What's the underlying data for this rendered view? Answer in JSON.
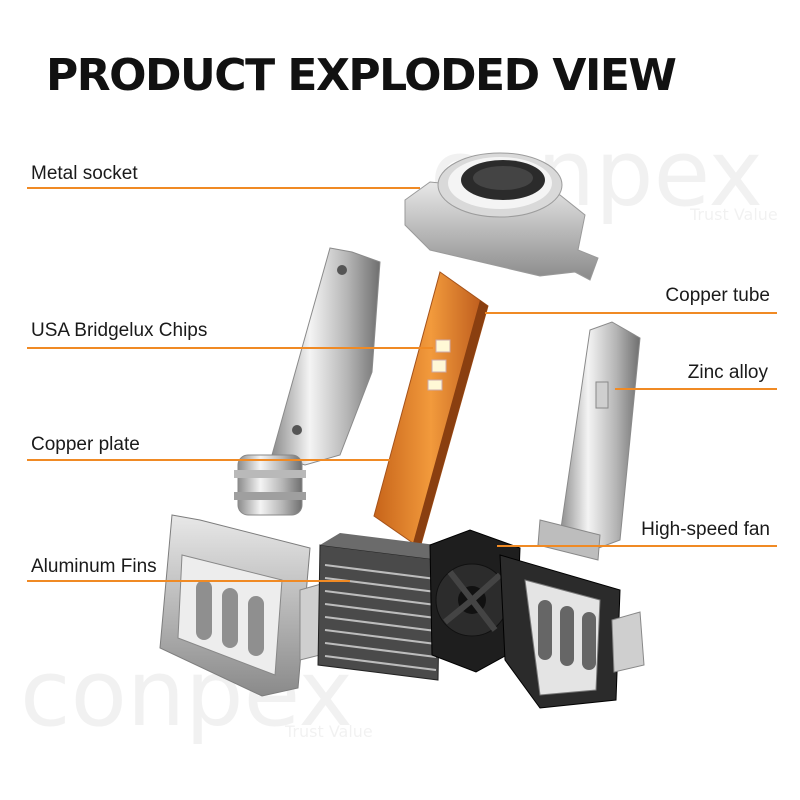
{
  "title": "PRODUCT EXPLODED VIEW",
  "callouts": {
    "metal_socket": "Metal socket",
    "bridgelux_chips": "USA Bridgelux Chips",
    "copper_plate": "Copper plate",
    "aluminum_fins": "Aluminum Fins",
    "copper_tube": "Copper tube",
    "zinc_alloy": "Zinc alloy",
    "high_speed_fan": "High-speed fan"
  },
  "watermark": {
    "brand": "conpex",
    "tagline": "Trust Value"
  },
  "colors": {
    "callout_line": "#f08a24",
    "copper": "#e0821e",
    "title": "#111111"
  }
}
